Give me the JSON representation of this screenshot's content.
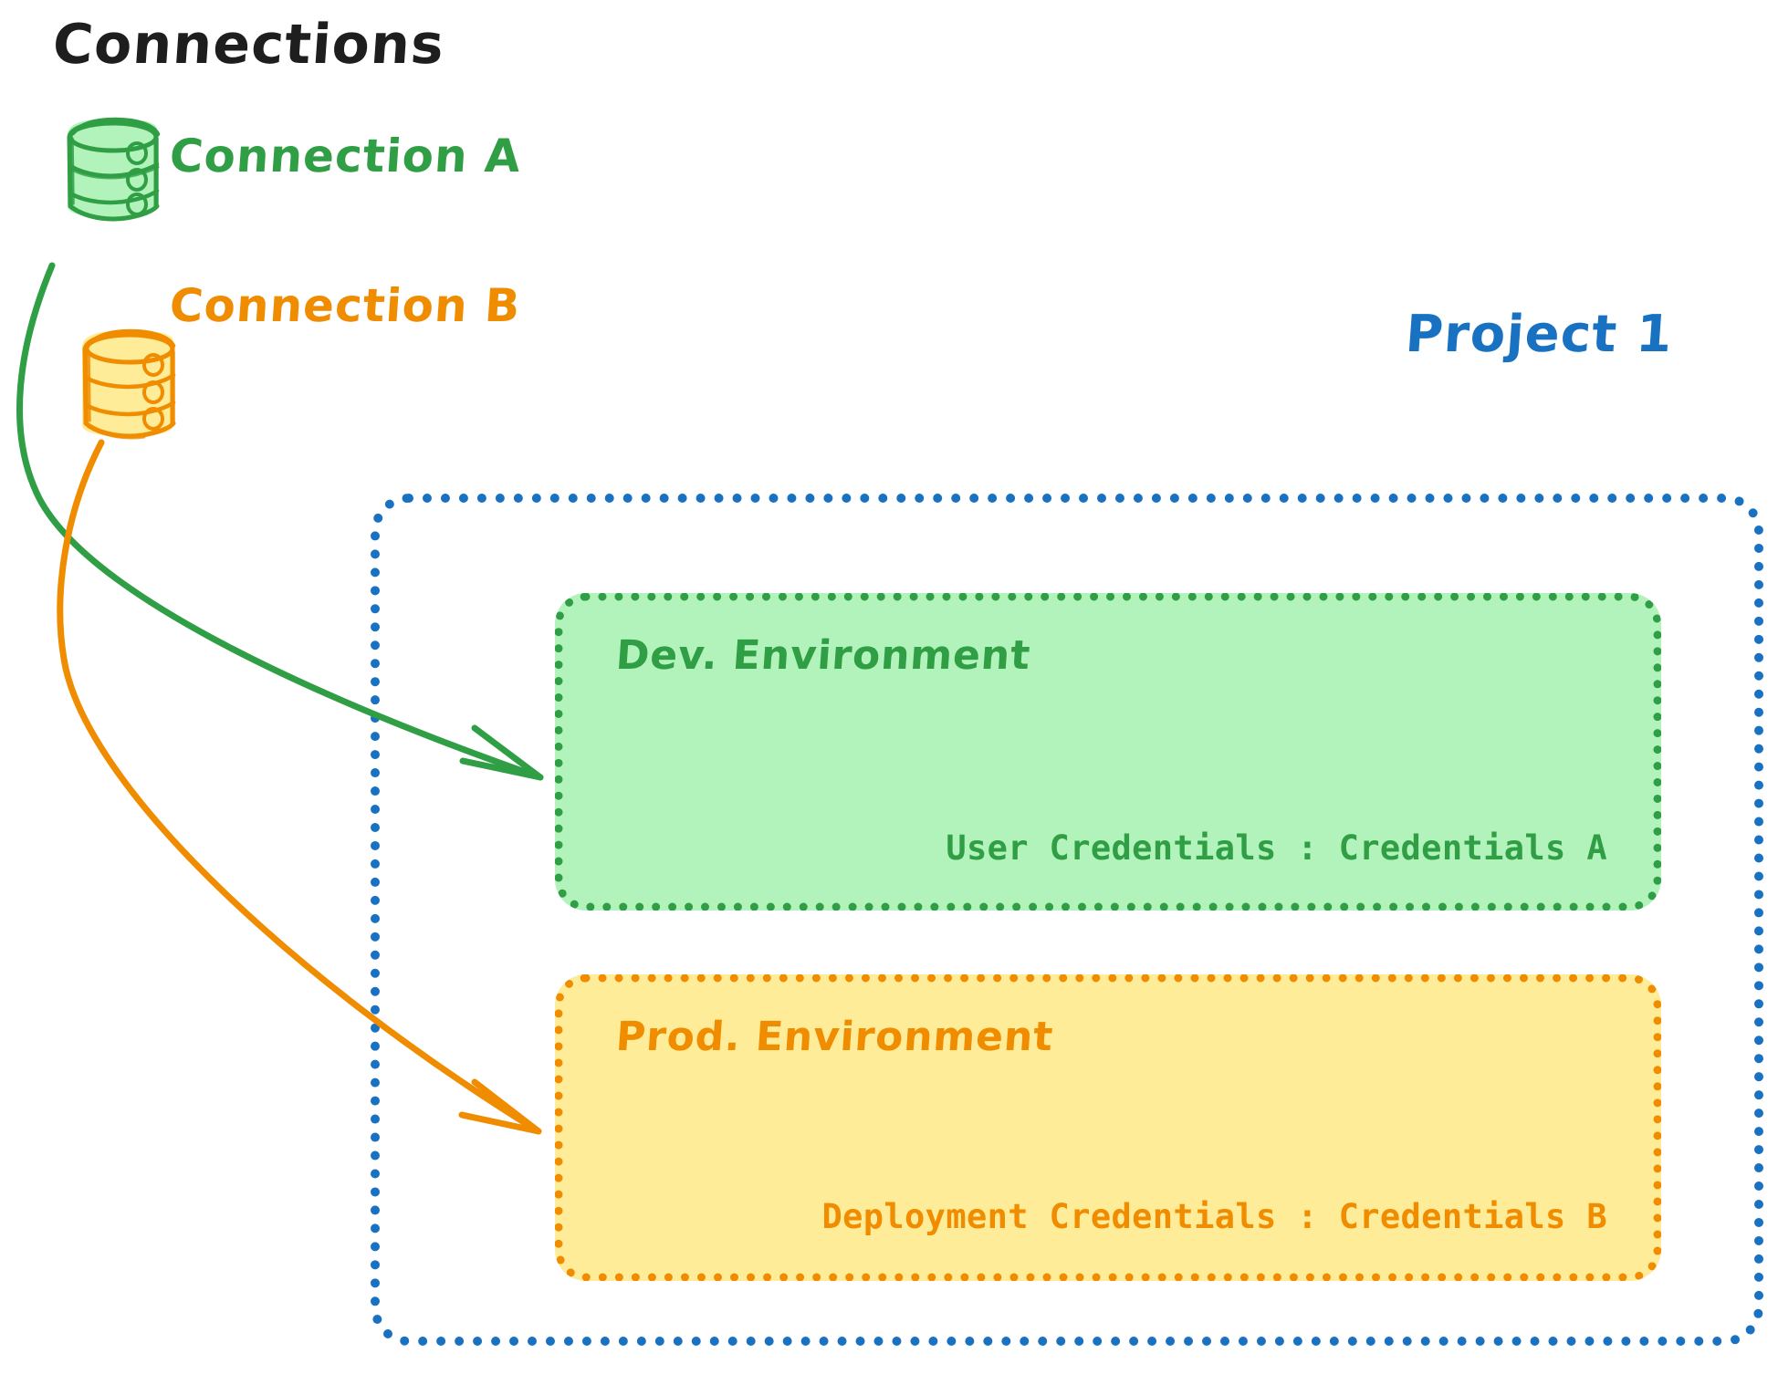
{
  "diagram": {
    "type": "architecture-diagram",
    "background": "#ffffff",
    "style": "hand-drawn-sketch"
  },
  "connections_panel": {
    "heading": "Connections",
    "heading_color": "#1e1e1e",
    "items": [
      {
        "id": "connection-a",
        "label": "Connection A",
        "color": "#2f9e44",
        "fill": "#b2f2bb",
        "icon": "database-cylinder-icon",
        "target": "Dev. Environment"
      },
      {
        "id": "connection-b",
        "label": "Connection B",
        "color": "#f08c00",
        "fill": "#ffec99",
        "icon": "database-cylinder-icon",
        "target": "Prod. Environment"
      }
    ]
  },
  "project": {
    "title": "Project 1",
    "title_color": "#1971c2",
    "border_color": "#1971c2",
    "border_style": "dotted",
    "environments": [
      {
        "id": "dev-environment",
        "title": "Dev. Environment",
        "credential_label": "User Credentials",
        "credential_value": "Credentials A",
        "credential_line": "User Credentials : Credentials A",
        "text_color": "#2f9e44",
        "fill": "#b2f2bb",
        "border_color": "#2f9e44"
      },
      {
        "id": "prod-environment",
        "title": "Prod. Environment",
        "credential_label": "Deployment Credentials",
        "credential_value": "Credentials B",
        "credential_line": "Deployment Credentials : Credentials B",
        "text_color": "#f08c00",
        "fill": "#ffec99",
        "border_color": "#f08c00"
      }
    ]
  },
  "arrows": [
    {
      "id": "arrow-connection-a-to-dev",
      "from": "Connection A",
      "to": "Dev. Environment",
      "color": "#2f9e44"
    },
    {
      "id": "arrow-connection-b-to-prod",
      "from": "Connection B",
      "to": "Prod. Environment",
      "color": "#f08c00"
    }
  ],
  "palette": {
    "green_stroke": "#2f9e44",
    "green_fill": "#b2f2bb",
    "orange_stroke": "#f08c00",
    "orange_fill": "#ffec99",
    "blue_stroke": "#1971c2",
    "ink": "#1e1e1e"
  }
}
